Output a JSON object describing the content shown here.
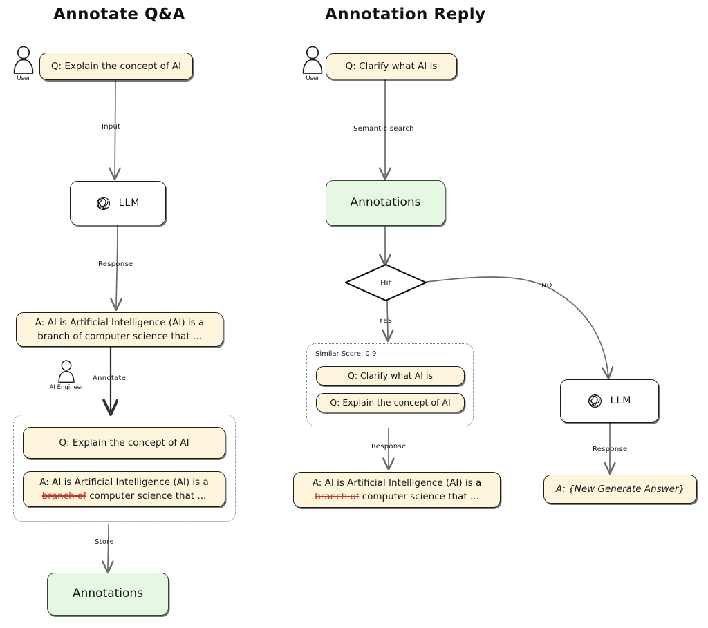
{
  "diagram": {
    "type": "flowchart",
    "style": "hand-drawn",
    "colors": {
      "note_fill": "#fdf6dc",
      "note_stroke": "#1d1d1d",
      "store_fill": "#e6f7e3",
      "store_stroke": "#2f4a2c",
      "edit_strike": "#c0392b",
      "group_dashed": "#7a7a7a",
      "edge": "#6b6b6b"
    }
  },
  "left": {
    "title": "Annotate Q&A",
    "actor_user": {
      "label": "User",
      "icon": "user-icon"
    },
    "actor_engineer": {
      "label": "AI Engineer",
      "icon": "user-icon"
    },
    "question": "Q: Explain the concept of AI",
    "edge_input": "Input",
    "llm": {
      "label": "LLM",
      "icon": "openai-logo-icon"
    },
    "edge_response": "Response",
    "answer_line1": "A: AI is Artificial Intelligence (AI) is a",
    "answer_line2": "branch of computer science that ...",
    "edge_annotate": "Annotate",
    "annotated_question": "Q: Explain the concept of AI",
    "annotated_answer_line1": "A: AI is Artificial Intelligence (AI) is a",
    "annotated_answer_strike": "branch of",
    "annotated_answer_rest": " computer science that ...",
    "edge_store": "Store",
    "annotations_store": "Annotations"
  },
  "right": {
    "title": "Annotation Reply",
    "actor_user": {
      "label": "User",
      "icon": "user-icon"
    },
    "question": "Q: Clarify what AI is",
    "edge_semantic_search": "Semantic search",
    "annotations_store": "Annotations",
    "decision": "Hit",
    "branch_yes": "YES",
    "branch_no": "NO",
    "similar_score": "Similar Score: 0.9",
    "match_question_1": "Q: Clarify what AI is",
    "match_question_2": "Q: Explain the concept of AI",
    "edge_response_left": "Response",
    "hit_answer_line1": "A: AI is Artificial Intelligence (AI) is a",
    "hit_answer_strike": "branch of",
    "hit_answer_rest": " computer science that ...",
    "llm": {
      "label": "LLM",
      "icon": "openai-logo-icon"
    },
    "edge_response_right": "Response",
    "new_answer": "A: {New Generate Answer}"
  }
}
